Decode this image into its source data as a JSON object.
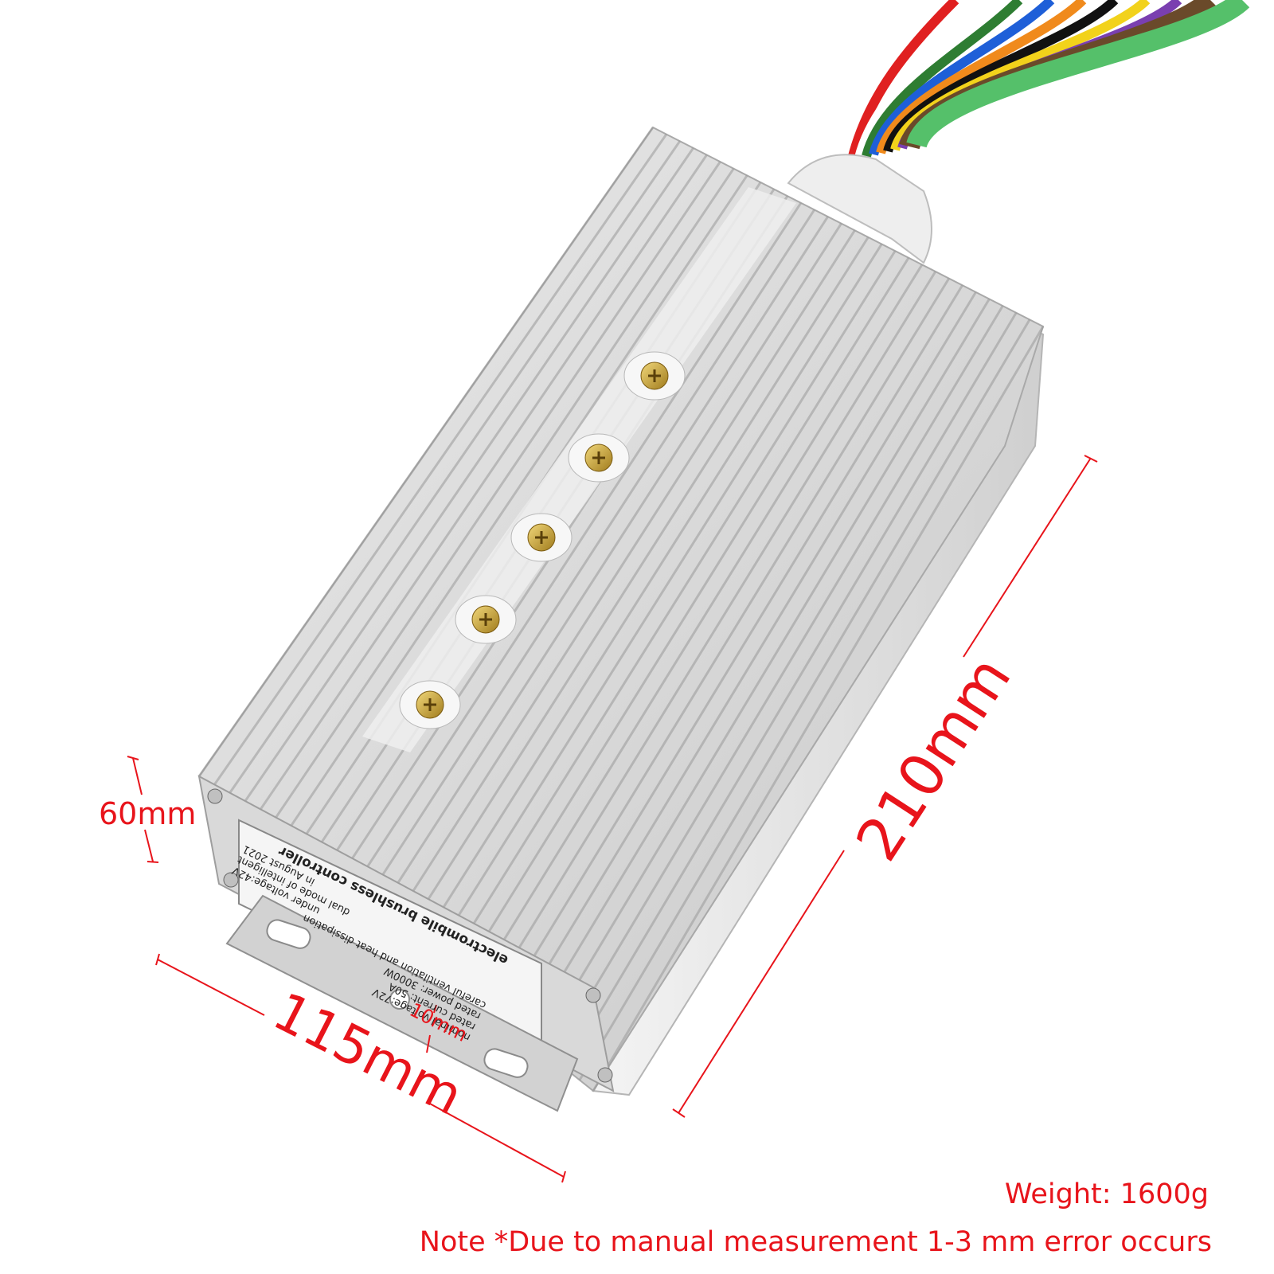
{
  "dimensions": {
    "length": "210mm",
    "width": "115mm",
    "height": "60mm",
    "bracket": "10mm"
  },
  "label": {
    "title": "electrombile brushless controller",
    "lines": [
      "nominal voltage:72V",
      "rated current: 50A",
      "rated power: 3000W",
      "careful ventilation and heat dissipation"
    ],
    "right_lines": [
      "under voltage:42V",
      "dual mode of intelligent",
      "in August 2021"
    ]
  },
  "weight": "Weight: 1600g",
  "note": "Note *Due to manual measurement 1-3 mm error occurs",
  "colors": {
    "accent": "#e8141b",
    "housing": "#d4d4d4",
    "fin_dark": "#9a9a9a",
    "screw": "#c9a43a"
  },
  "wire_colors": [
    "#e02020",
    "#ffffff",
    "#2e7d32",
    "#1e5fd8",
    "#f08a1c",
    "#111111",
    "#f2d21b",
    "#7a3fb0",
    "#6a4a2a",
    "#55c06a"
  ]
}
